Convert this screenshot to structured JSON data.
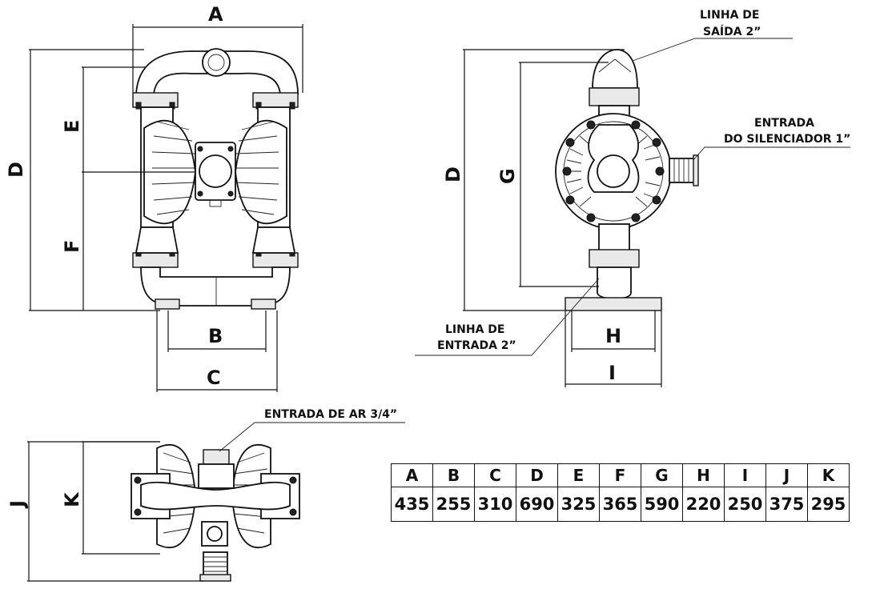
{
  "front_view": {
    "labels": {
      "a": "A",
      "b": "B",
      "c": "C",
      "d": "D",
      "e": "E",
      "f": "F"
    }
  },
  "side_view": {
    "labels": {
      "d": "D",
      "g": "G",
      "h": "H",
      "i": "I"
    },
    "callouts": {
      "outlet_line1": "LINHA DE",
      "outlet_line2": "SAÍDA 2”",
      "muffler_line1": "ENTRADA",
      "muffler_line2": "DO SILENCIADOR 1”",
      "inlet_line1": "LINHA DE",
      "inlet_line2": "ENTRADA 2”"
    }
  },
  "top_view": {
    "labels": {
      "j": "J",
      "k": "K"
    },
    "callouts": {
      "air_inlet": "ENTRADA DE AR 3/4”"
    }
  },
  "dimensions_table": {
    "headers": [
      "A",
      "B",
      "C",
      "D",
      "E",
      "F",
      "G",
      "H",
      "I",
      "J",
      "K"
    ],
    "values": [
      "435",
      "255",
      "310",
      "690",
      "325",
      "365",
      "590",
      "220",
      "250",
      "375",
      "295"
    ]
  }
}
